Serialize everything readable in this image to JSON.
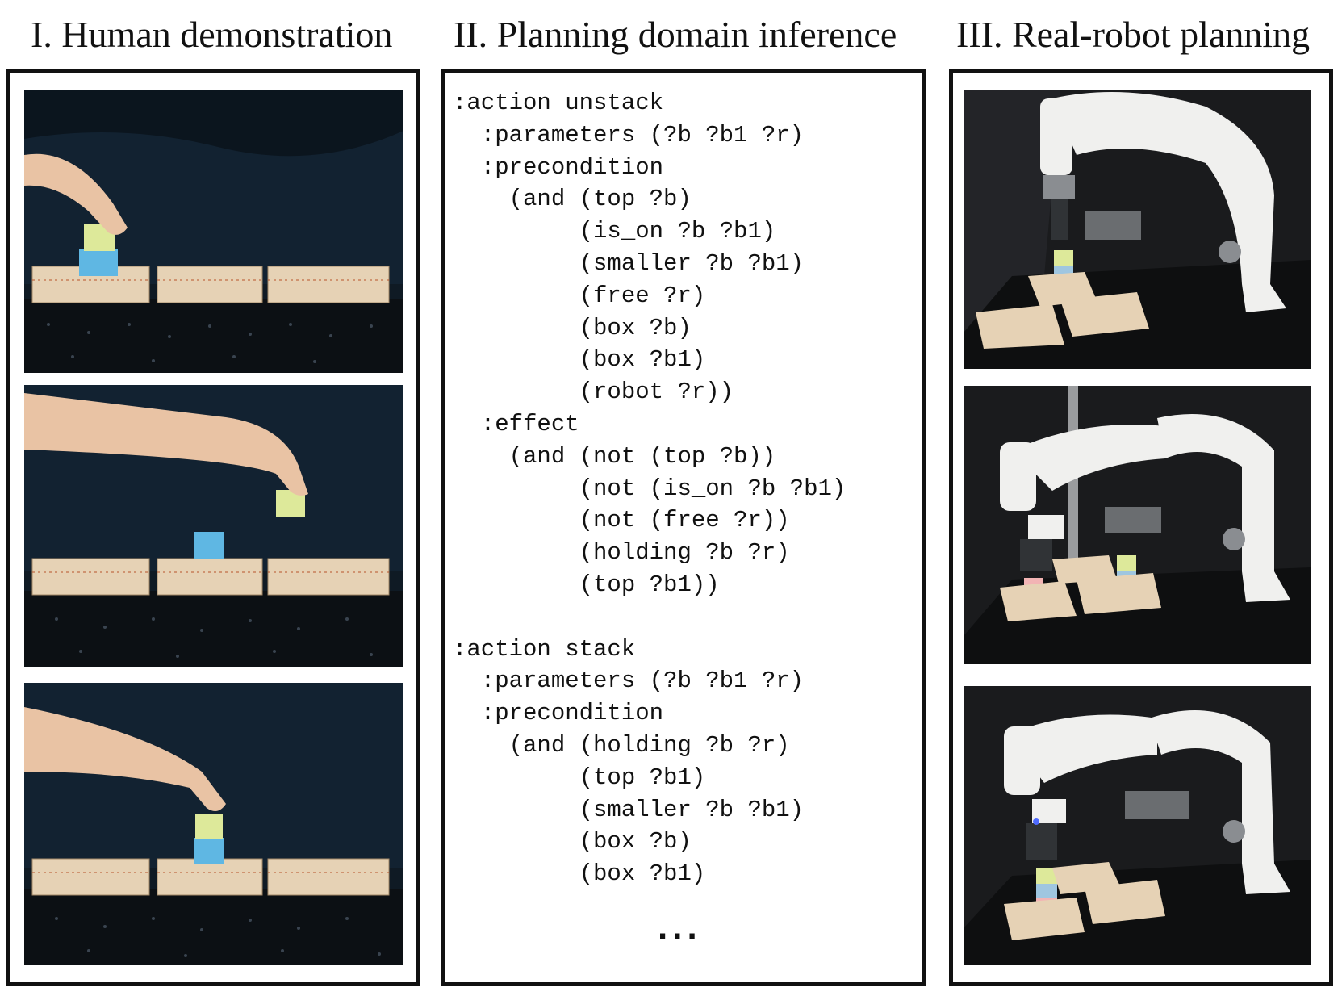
{
  "columns": [
    {
      "title": "I. Human demonstration"
    },
    {
      "title": "II. Planning domain inference"
    },
    {
      "title": "III. Real-robot planning"
    }
  ],
  "demo_photos": [
    {
      "scene": "hand-lifting-yellow-block-from-blue-block"
    },
    {
      "scene": "hand-holding-yellow-block-above-boxes"
    },
    {
      "scene": "hand-placing-yellow-block-on-blue-block"
    }
  ],
  "robot_photos": [
    {
      "scene": "robot-gripper-above-block-stack"
    },
    {
      "scene": "robot-gripper-holding-pink-block"
    },
    {
      "scene": "robot-next-to-completed-stack"
    }
  ],
  "code_lines": [
    ":action unstack",
    "  :parameters (?b ?b1 ?r)",
    "  :precondition",
    "    (and (top ?b)",
    "         (is_on ?b ?b1)",
    "         (smaller ?b ?b1)",
    "         (free ?r)",
    "         (box ?b)",
    "         (box ?b1)",
    "         (robot ?r))",
    "  :effect",
    "    (and (not (top ?b))",
    "         (not (is_on ?b ?b1)",
    "         (not (free ?r))",
    "         (holding ?b ?r)",
    "         (top ?b1))",
    "",
    ":action stack",
    "  :parameters (?b ?b1 ?r)",
    "  :precondition",
    "    (and (holding ?b ?r)",
    "         (top ?b1)",
    "         (smaller ?b ?b1)",
    "         (box ?b)",
    "         (box ?b1)"
  ],
  "ellipsis": "...",
  "colors": {
    "border": "#111111",
    "backdrop": "#0f1a24",
    "wood": "#e6d2b5",
    "block_yellow": "#dde99a",
    "block_blue": "#5fb7e3",
    "block_pink": "#f2b4b4",
    "robot_white": "#f0f0ee",
    "robot_gray": "#8a8d91"
  }
}
